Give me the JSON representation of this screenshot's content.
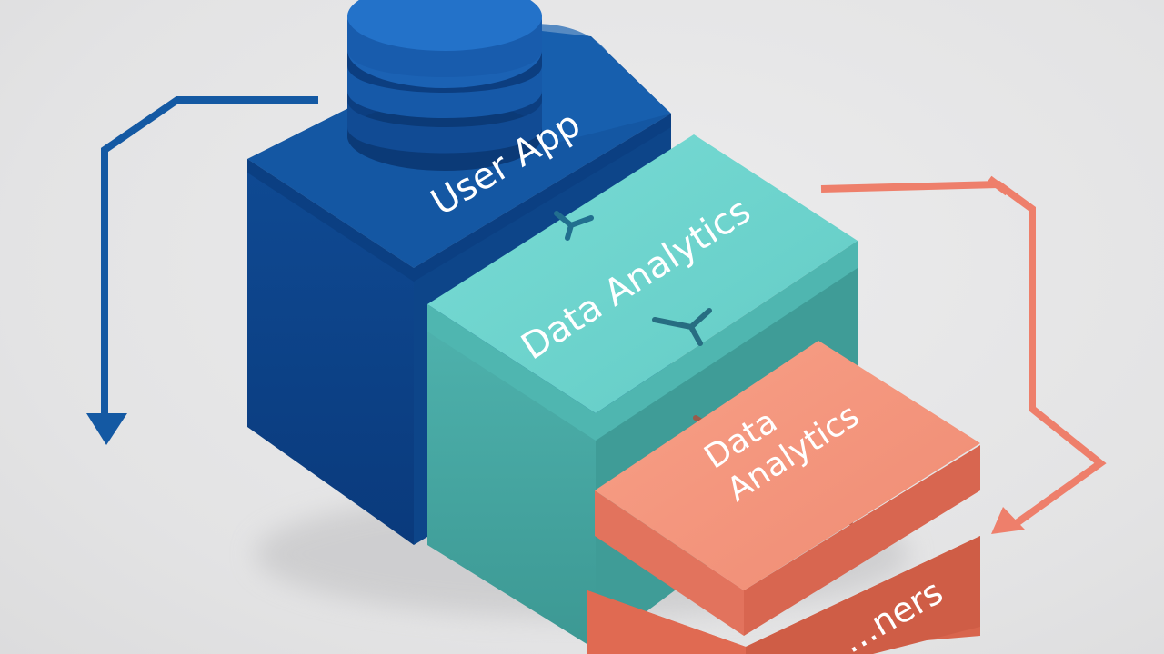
{
  "diagram": {
    "blocks": [
      {
        "id": "user-app",
        "label": "User App",
        "color": "#0f4f98"
      },
      {
        "id": "data-analytics-teal",
        "label": "Data Analytics",
        "color": "#5ec9c4"
      },
      {
        "id": "data-analytics-coral",
        "label_line1": "Data",
        "label_line2": "Analytics",
        "color": "#f2907a"
      },
      {
        "id": "partners",
        "label": "…ners",
        "color": "#e06a52"
      }
    ],
    "colors": {
      "blue_arrow": "#1459a3",
      "coral_arrow": "#ee7f6b",
      "background": "#e6e6e7"
    },
    "icons": [
      "database-cylinder-icon",
      "arrow-down-icon",
      "arrow-return-icon",
      "connector-icon"
    ]
  }
}
